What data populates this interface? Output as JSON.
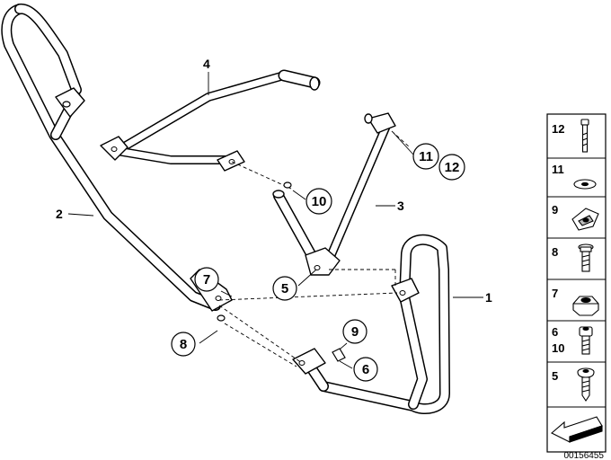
{
  "callouts": {
    "c1": "1",
    "c2": "2",
    "c3": "3",
    "c4": "4",
    "c5": "5",
    "c6": "6",
    "c7": "7",
    "c8": "8",
    "c9": "9",
    "c10": "10",
    "c11": "11",
    "c12": "12"
  },
  "legend": {
    "row12": "12",
    "row11": "11",
    "row9": "9",
    "row8": "8",
    "row7": "7",
    "row6": "6",
    "row10": "10",
    "row5": "5"
  },
  "footer": {
    "diagram_number": "00156455"
  },
  "icons": [
    "bolt-icon",
    "washer-icon",
    "clip-nut-icon",
    "hex-nut-icon",
    "screw-icon",
    "arrow-icon"
  ]
}
